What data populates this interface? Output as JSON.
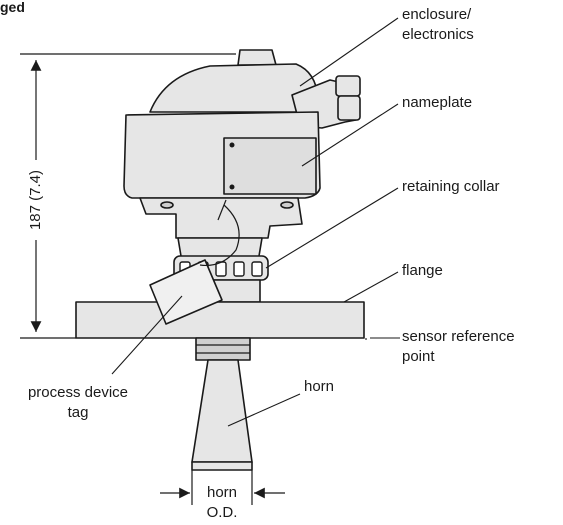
{
  "corner_text": "ged",
  "dimension": {
    "height_label": "187 (7.4)",
    "width_label_line1": "horn",
    "width_label_line2": "O.D."
  },
  "labels": {
    "enclosure_line1": "enclosure/",
    "enclosure_line2": "electronics",
    "nameplate": "nameplate",
    "retaining_collar": "retaining collar",
    "flange": "flange",
    "sensor_ref_line1": "sensor reference",
    "sensor_ref_line2": "point",
    "horn": "horn",
    "process_tag_line1": "process device",
    "process_tag_line2": "tag"
  },
  "colors": {
    "body_fill": "#e6e6e6",
    "line": "#1a1a1a",
    "shade": "#bdbdbd"
  }
}
